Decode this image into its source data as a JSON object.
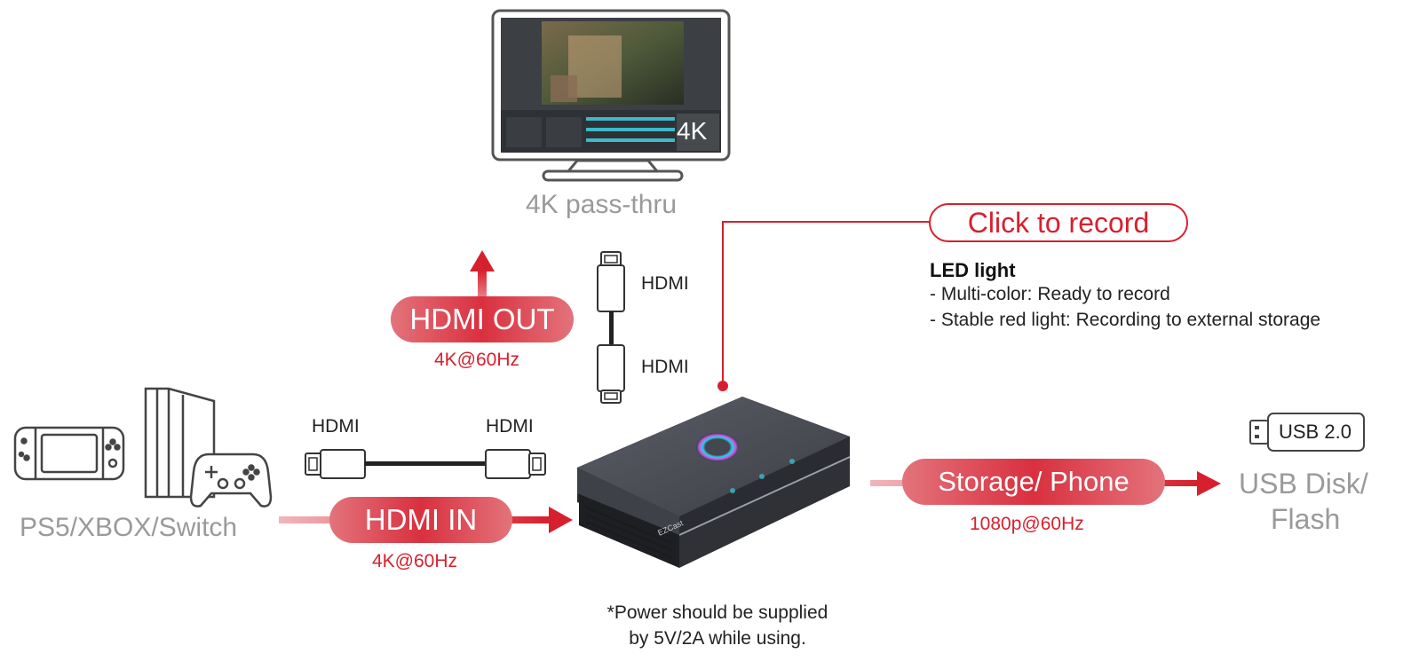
{
  "monitor": {
    "badge": "4K",
    "caption": "4K pass-thru"
  },
  "hdmi_out": {
    "label": "HDMI OUT",
    "spec": "4K@60Hz"
  },
  "hdmi_in": {
    "label": "HDMI IN",
    "spec": "4K@60Hz"
  },
  "cable_vertical": {
    "top_label": "HDMI",
    "bottom_label": "HDMI"
  },
  "cable_horizontal": {
    "left_label": "HDMI",
    "right_label": "HDMI"
  },
  "record": {
    "label": "Click to record"
  },
  "led": {
    "title": "LED light",
    "lines": [
      "- Multi-color: Ready to record",
      "- Stable red light: Recording to external storage"
    ]
  },
  "consoles": {
    "label": "PS5/XBOX/Switch"
  },
  "storage": {
    "label": "Storage/ Phone",
    "spec": "1080p@60Hz"
  },
  "usb": {
    "badge": "USB 2.0",
    "line1": "USB Disk/",
    "line2": "Flash"
  },
  "device": {
    "brand": "EZCast"
  },
  "power_note": {
    "line1": "*Power should be supplied",
    "line2": "by 5V/2A while using."
  },
  "colors": {
    "accent_red": "#d7202e",
    "caption_grey": "#9a9a9a",
    "device_dark": "#3b3d44"
  }
}
